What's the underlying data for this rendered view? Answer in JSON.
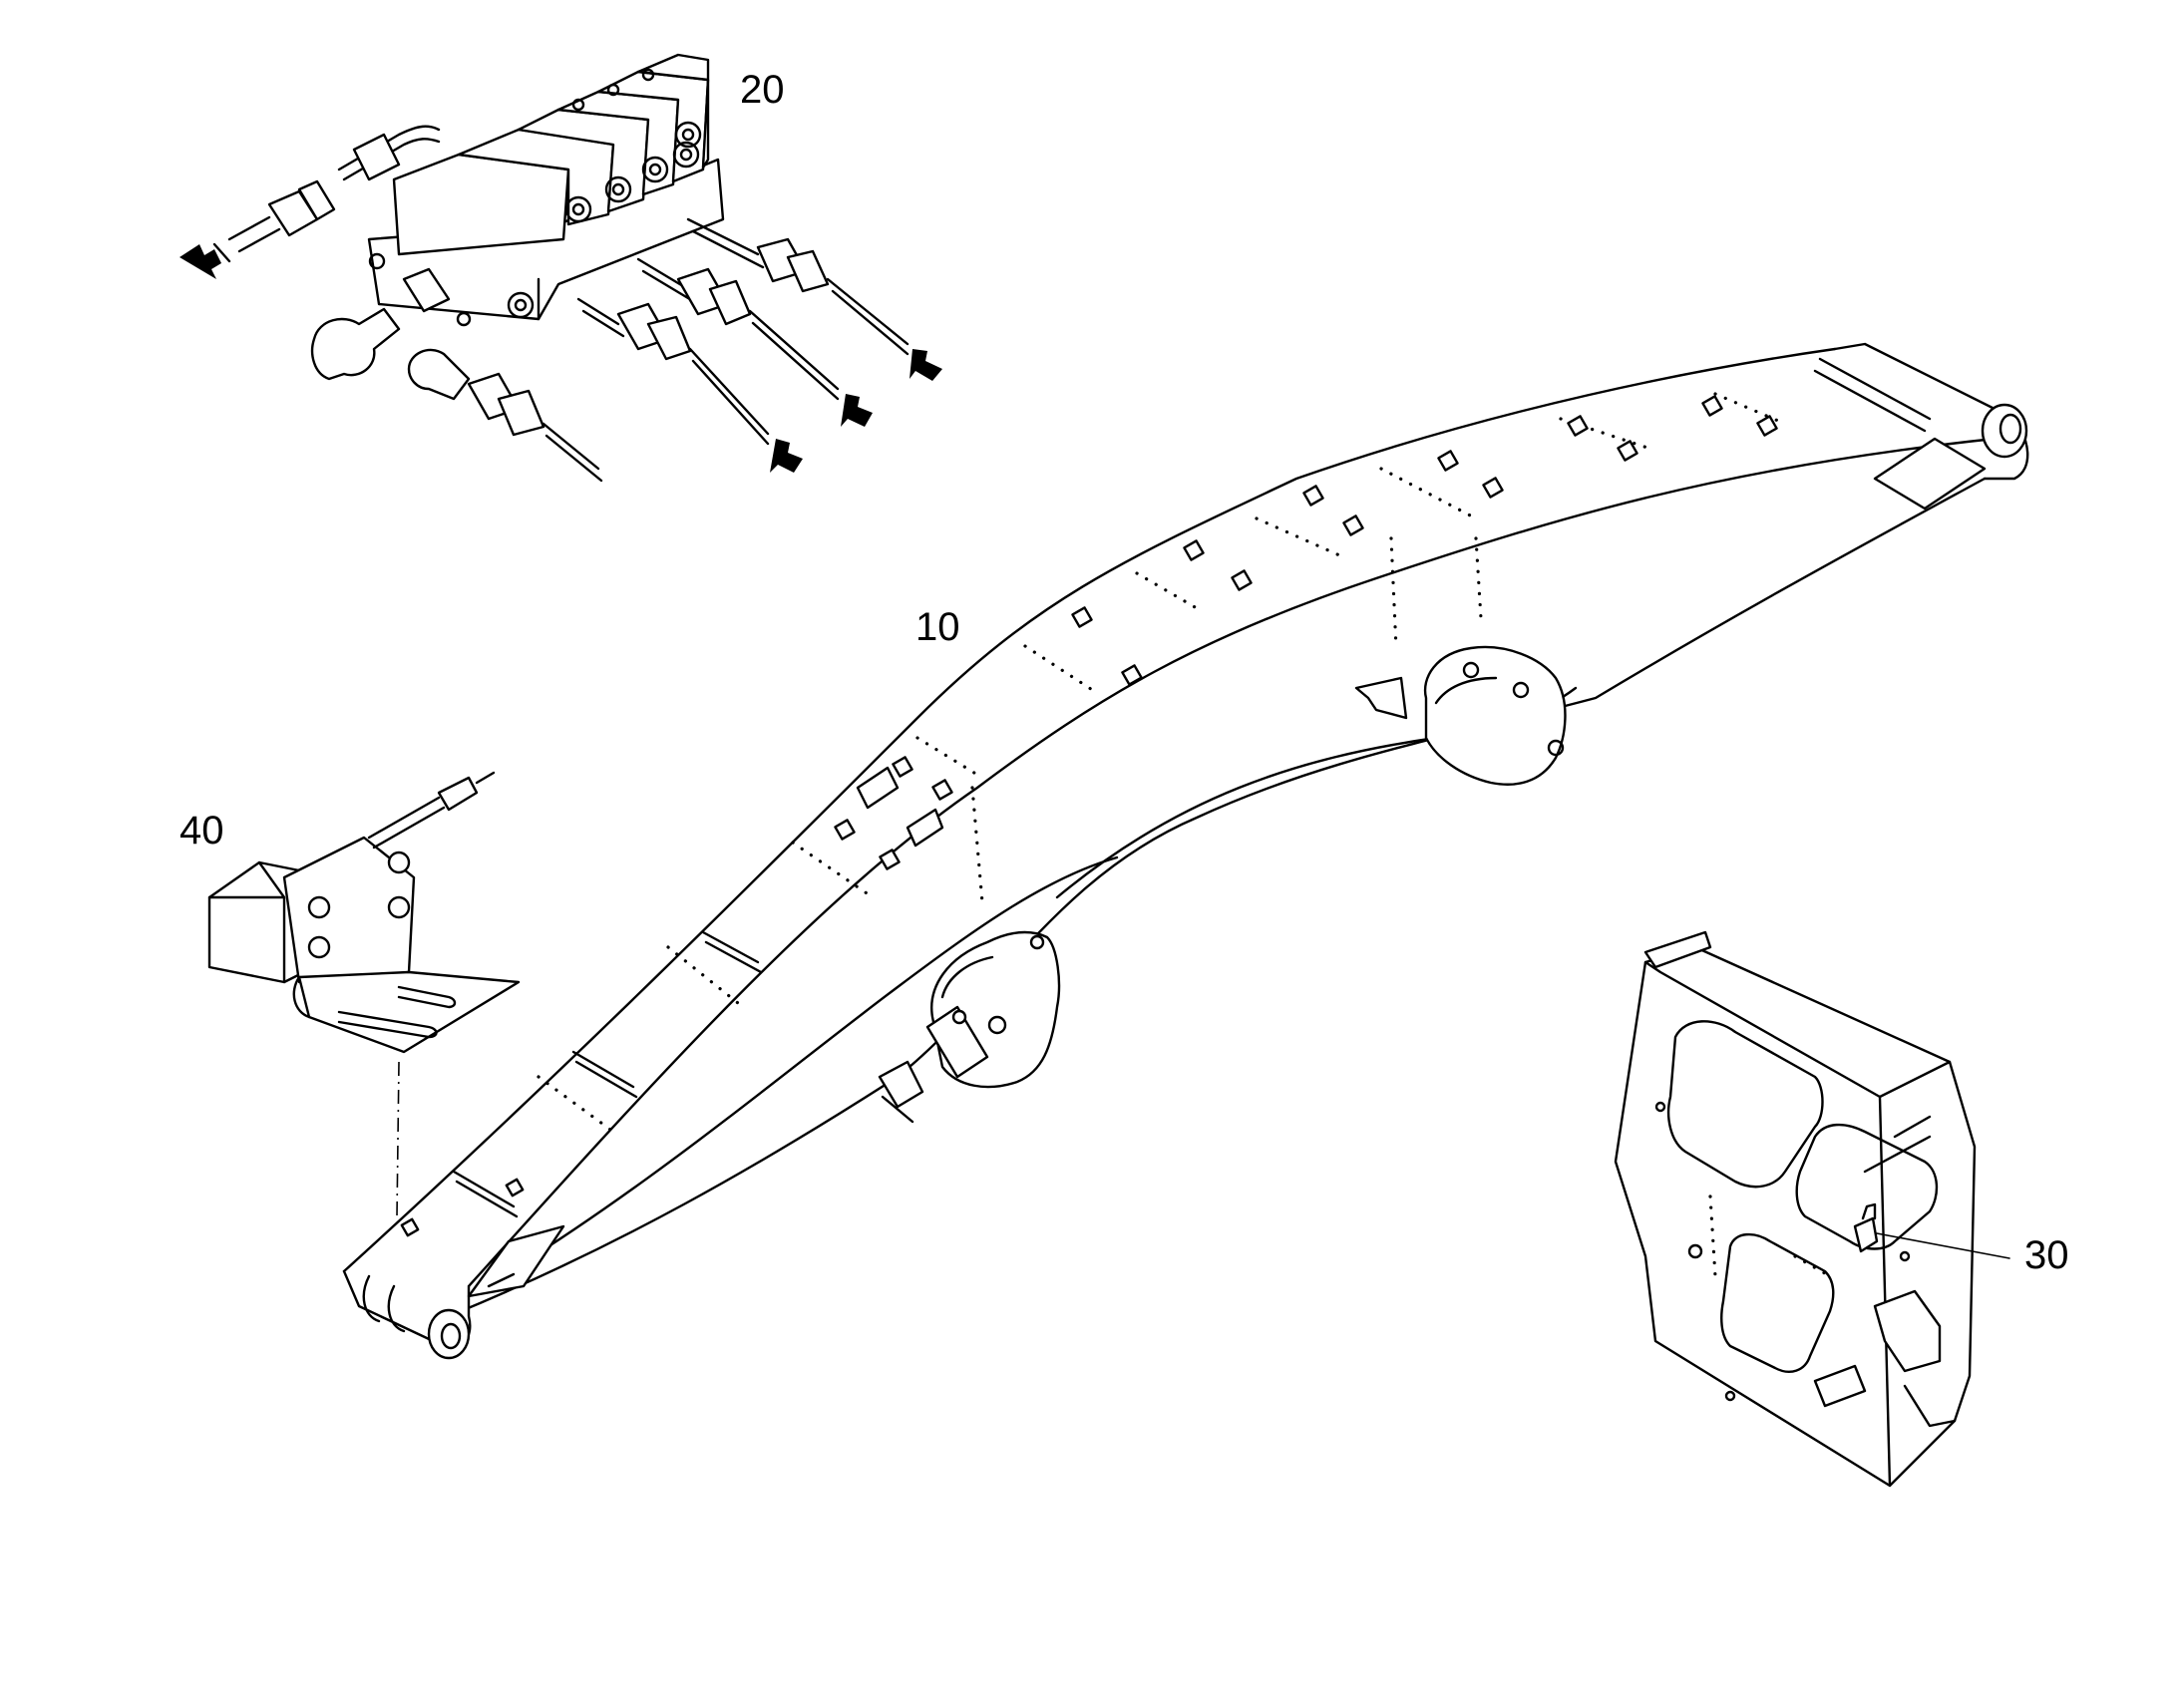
{
  "callouts": {
    "boom": "10",
    "valve_block": "20",
    "frame_sensor": "30",
    "bracket_sensor": "40"
  }
}
